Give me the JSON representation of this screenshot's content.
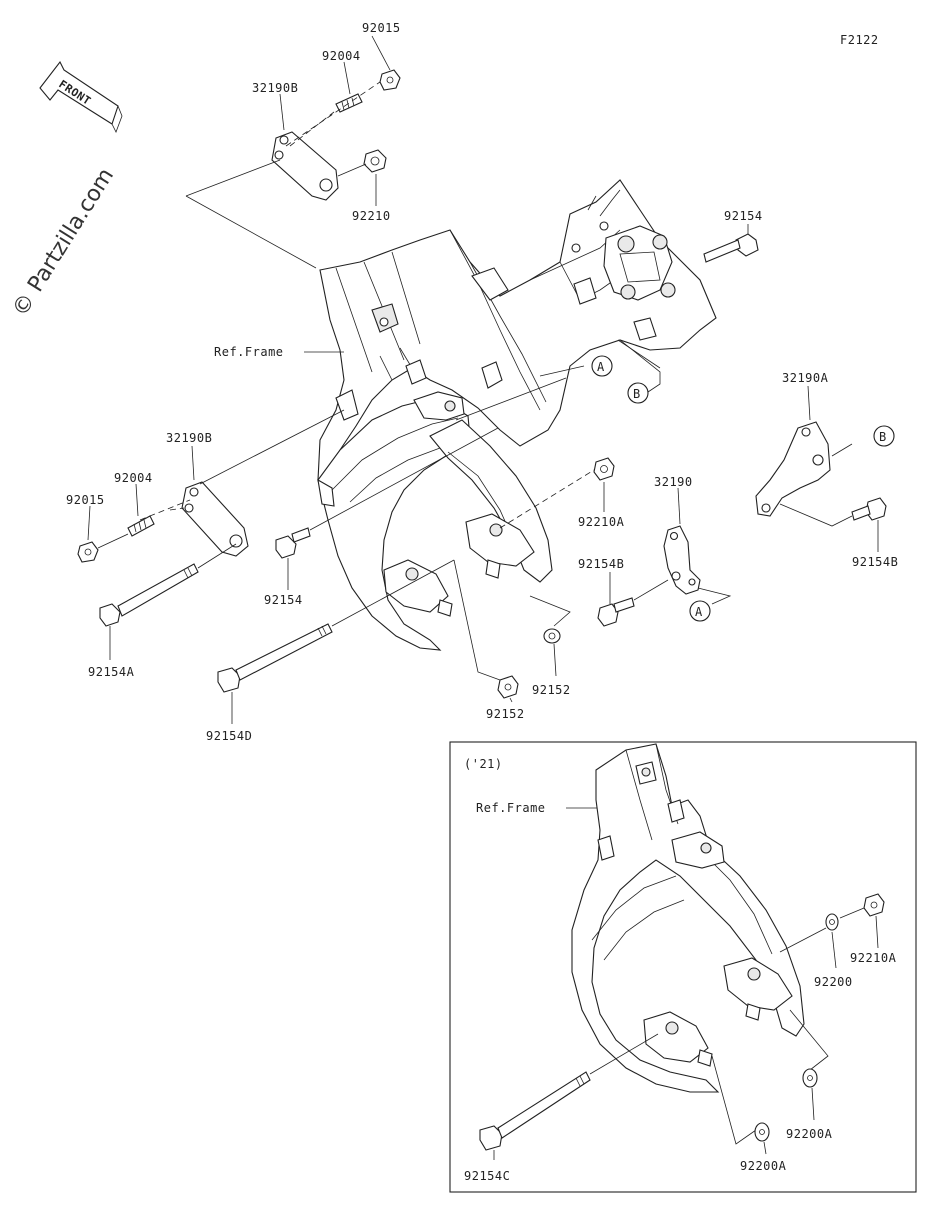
{
  "figure_code": "F2122",
  "watermark": "© Partzilla.com",
  "front_arrow": "FRONT",
  "ref_frame_label": "Ref.Frame",
  "inset_label": "('21)",
  "parts": {
    "p92015_top": "92015",
    "p92004_top": "92004",
    "p32190B_top": "32190B",
    "p92210_top": "92210",
    "p92154_top": "92154",
    "p32190A": "32190A",
    "p32190B_left": "32190B",
    "p92004_left": "92004",
    "p92015_left": "92015",
    "p92154_mid": "92154",
    "p92154A": "92154A",
    "p92154D": "92154D",
    "p92152_a": "92152",
    "p92152_b": "92152",
    "p92210A": "92210A",
    "p32190": "32190",
    "p92154B_mid": "92154B",
    "p92154B_right": "92154B",
    "inset_92210A": "92210A",
    "inset_92200": "92200",
    "inset_92200A_a": "92200A",
    "inset_92200A_b": "92200A",
    "inset_92154C": "92154C"
  },
  "callouts": {
    "a1": "A",
    "b1": "B",
    "b2": "B",
    "a2": "A"
  }
}
